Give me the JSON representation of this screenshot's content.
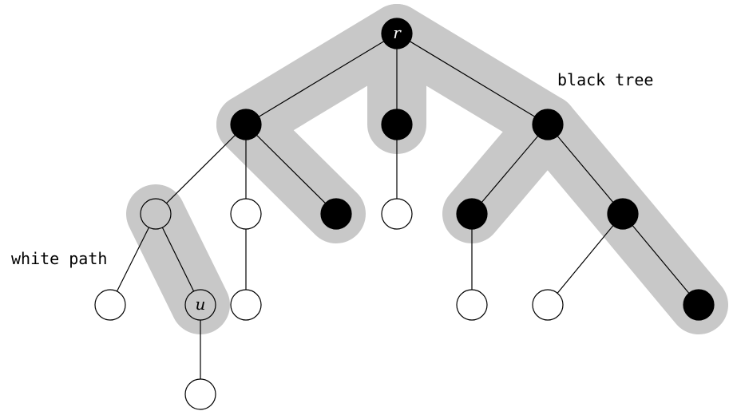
{
  "labels": {
    "black_tree": "black tree",
    "white_path": "white path"
  },
  "colors": {
    "highlight": "#c8c8c8",
    "black_node": "#000000",
    "white_node": "#ffffff",
    "gray_node": "#c8c8c8",
    "edge": "#000000"
  },
  "tree": {
    "nodes": [
      {
        "id": "r",
        "label": "r",
        "color": "black"
      },
      {
        "id": "a",
        "label": "",
        "color": "black"
      },
      {
        "id": "b",
        "label": "",
        "color": "black"
      },
      {
        "id": "c",
        "label": "",
        "color": "black"
      },
      {
        "id": "a1",
        "label": "",
        "color": "gray"
      },
      {
        "id": "a2",
        "label": "",
        "color": "white"
      },
      {
        "id": "a3",
        "label": "",
        "color": "black"
      },
      {
        "id": "b1",
        "label": "",
        "color": "white"
      },
      {
        "id": "c1",
        "label": "",
        "color": "black"
      },
      {
        "id": "c2",
        "label": "",
        "color": "black"
      },
      {
        "id": "a1x",
        "label": "",
        "color": "white"
      },
      {
        "id": "u",
        "label": "u",
        "color": "gray"
      },
      {
        "id": "a2x",
        "label": "",
        "color": "white"
      },
      {
        "id": "c1x",
        "label": "",
        "color": "white"
      },
      {
        "id": "c2x",
        "label": "",
        "color": "white"
      },
      {
        "id": "c2y",
        "label": "",
        "color": "black"
      },
      {
        "id": "ux",
        "label": "",
        "color": "white"
      }
    ],
    "edges": [
      [
        "r",
        "a"
      ],
      [
        "r",
        "b"
      ],
      [
        "r",
        "c"
      ],
      [
        "a",
        "a1"
      ],
      [
        "a",
        "a2"
      ],
      [
        "a",
        "a3"
      ],
      [
        "b",
        "b1"
      ],
      [
        "c",
        "c1"
      ],
      [
        "c",
        "c2"
      ],
      [
        "a1",
        "a1x"
      ],
      [
        "a1",
        "u"
      ],
      [
        "a2",
        "a2x"
      ],
      [
        "c1",
        "c1x"
      ],
      [
        "c2",
        "c2x"
      ],
      [
        "c2",
        "c2y"
      ],
      [
        "u",
        "ux"
      ]
    ]
  }
}
